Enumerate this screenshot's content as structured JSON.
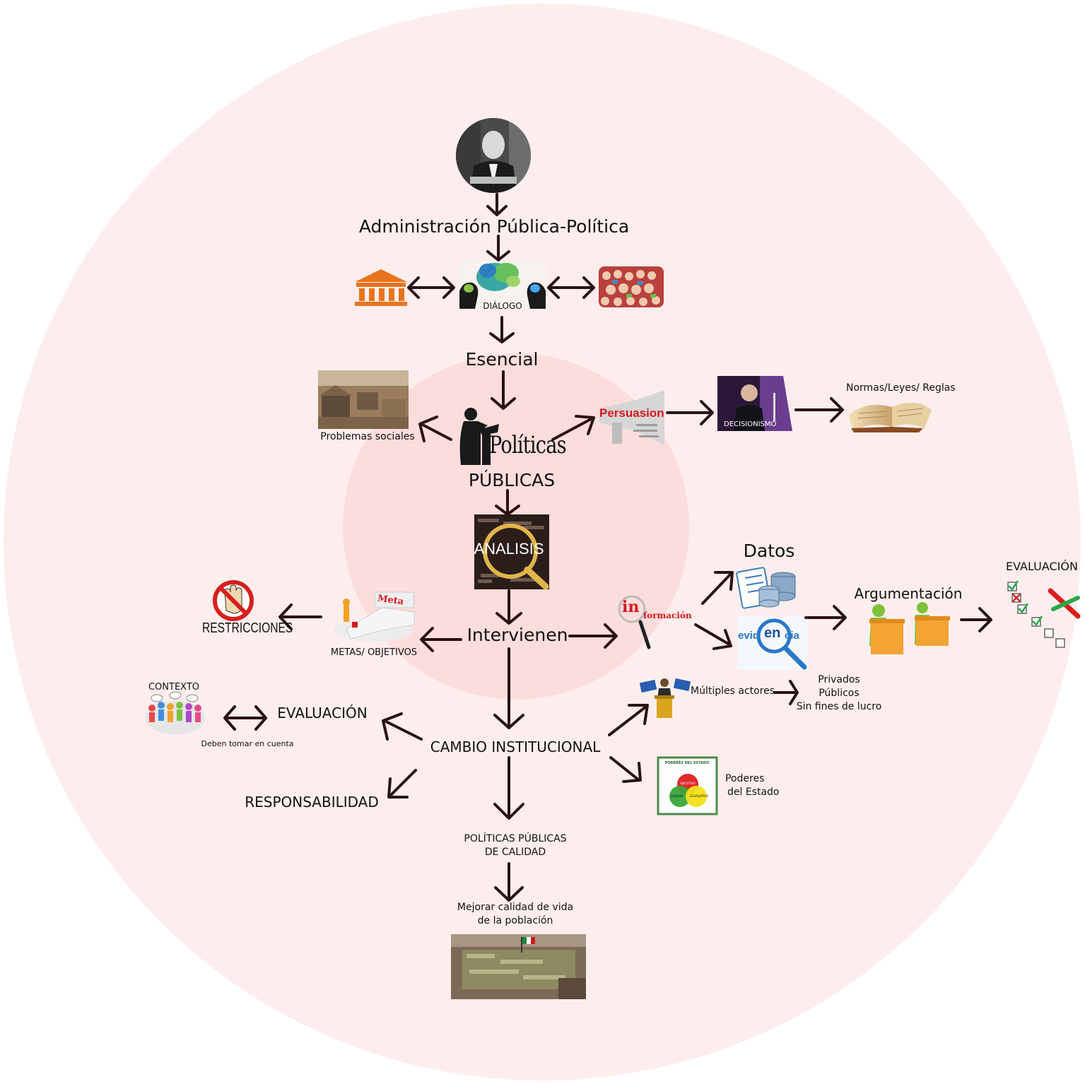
{
  "nodes": {
    "admin": "Administración Pública-Política",
    "dialogo": "DIÁLOGO",
    "esencial": "Esencial",
    "problemas": "Problemas sociales",
    "persuasion": "Persuasion",
    "decisionismo": "DECISIONISMO",
    "normas": "Normas/Leyes/ Reglas",
    "politicas_word": "Políticas",
    "publicas": "PÚBLICAS",
    "analisis": "ANALISIS",
    "datos": "Datos",
    "evaluacion_right": "EVALUACIÓN",
    "argumentacion": "Argumentación",
    "restricciones": "RESTRICCIONES",
    "meta_word": "Meta",
    "metas": "METAS/ OBJETIVOS",
    "intervienen": "Intervienen",
    "informacion_in": "in",
    "informacion_rest": "formación",
    "evidencia_a": "evid",
    "evidencia_b": "en",
    "evidencia_c": "cia",
    "contexto": "CONTEXTO",
    "evaluacion_left": "EVALUACIÓN",
    "deben": "Deben tomar en cuenta",
    "multiples": "Múltiples actores",
    "privados": "Privados",
    "publicos": "Públicos",
    "sinfines": "Sin fines de lucro",
    "cambio": "CAMBIO INSTITUCIONAL",
    "responsabilidad": "RESPONSABILIDAD",
    "poderes_1": "Poderes",
    "poderes_2": "del Estado",
    "poderes_card_title": "PODERES DEL ESTADO",
    "poderes_ejecutivo": "EJECUTIVO",
    "poderes_judicial": "JUDICIAL",
    "poderes_legislativo": "LEGISLATIVO",
    "pp_calidad_1": "POLÍTICAS PÚBLICAS",
    "pp_calidad_2": "DE CALIDAD",
    "mejorar_1": "Mejorar calidad de vida",
    "mejorar_2": "de la población"
  },
  "colors": {
    "outer_circle": "#fdeeed",
    "inner_circle": "#fbd9d8",
    "arrow": "#2a1212",
    "bank_orange": "#e8741e",
    "persuasion_red": "#d8171d",
    "evidencia_blue": "#2a78c8",
    "figure_green": "#7fc13a",
    "podium_orange": "#f4a335"
  },
  "icons": [
    "portrait-photo",
    "government-building-icon",
    "dialogue-heads-image",
    "crowd-image",
    "slum-photo",
    "speaker-podium-icon",
    "megaphone-icon",
    "speaker-photo",
    "open-book-icon",
    "analysis-magnifier-image",
    "no-hand-icon",
    "stairs-goal-icon",
    "magnifier-icon",
    "database-checklist-icon",
    "evidence-magnifier-icon",
    "debate-figures-icon",
    "checklist-icon",
    "people-context-icon",
    "protest-podium-icon",
    "venn-poderes-icon",
    "zocalo-crowd-photo"
  ]
}
